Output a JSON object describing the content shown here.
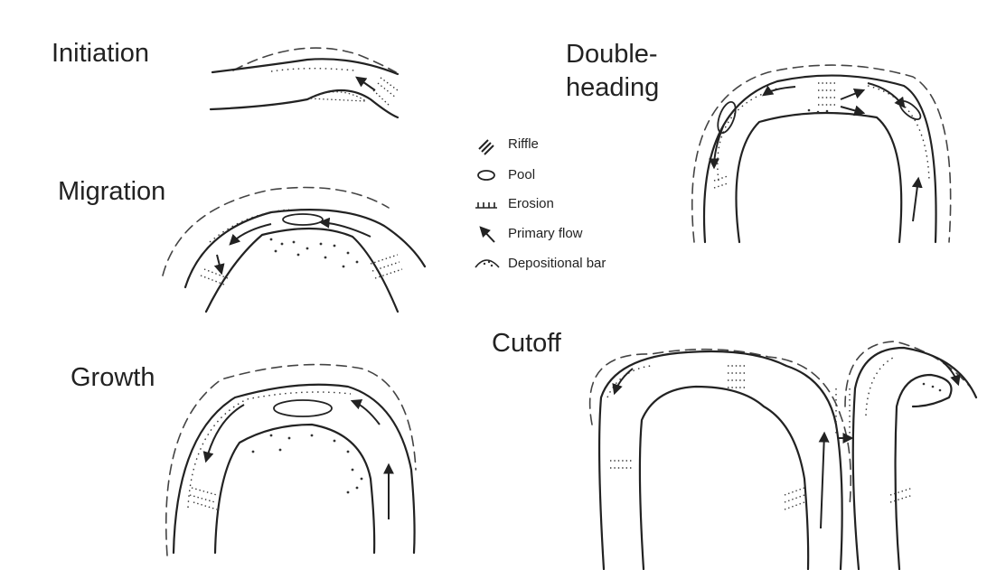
{
  "stages": {
    "initiation": "Initiation",
    "migration": "Migration",
    "growth": "Growth",
    "double_heading_line1": "Double-",
    "double_heading_line2": "heading",
    "cutoff": "Cutoff"
  },
  "legend": {
    "riffle": "Riffle",
    "pool": "Pool",
    "erosion": "Erosion",
    "primary_flow": "Primary flow",
    "depositional_bar": "Depositional bar"
  }
}
